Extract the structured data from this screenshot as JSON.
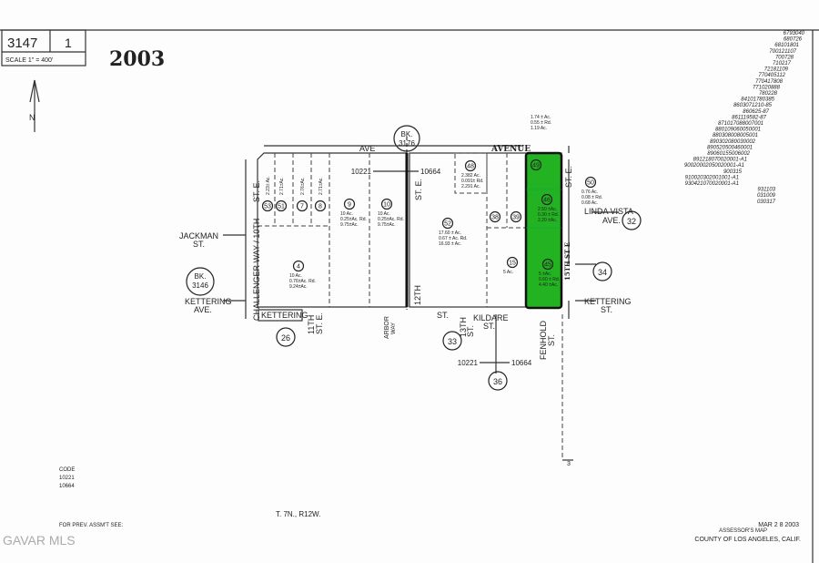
{
  "header": {
    "book": "3147",
    "page": "1",
    "scale": "SCALE 1\" = 400'",
    "year": "2003"
  },
  "north_label": "N",
  "book_refs": {
    "top": {
      "label": "BK.",
      "number": "3176"
    },
    "left": {
      "label": "BK.",
      "number": "3146"
    }
  },
  "codes": {
    "top": {
      "left": "10221",
      "right": "10664"
    },
    "bottom": {
      "left": "10221",
      "right": "10664"
    }
  },
  "streets": {
    "avenue_left": "AVE",
    "avenue_right": "AVENUE",
    "challenger": "CHALLENGER WAY / 10TH",
    "st_e_left": "ST. E.",
    "st_e_12": "ST. E.",
    "twelfth": "12TH",
    "jackman": [
      "JACKMAN",
      "ST."
    ],
    "kettering_ave": [
      "KETTERING",
      "AVE."
    ],
    "kettering_bottom": "KETTERING",
    "eleventh": [
      "11TH",
      "ST. E."
    ],
    "arbor": [
      "ARBOR",
      "WAY"
    ],
    "st_bottom": "ST.",
    "thirteenth": [
      "13TH",
      "ST."
    ],
    "kildare": [
      "KILDARE",
      "ST."
    ],
    "fenhold": [
      "FENHOLD",
      "ST."
    ],
    "fifteenth": "15TH ST E",
    "st_e_right": "ST. E.",
    "linda_vista": [
      "LINDA VISTA",
      "AVE."
    ],
    "kettering_st": [
      "KETTERING",
      "ST."
    ]
  },
  "map_pages": [
    "26",
    "33",
    "36",
    "32",
    "34"
  ],
  "parcels": [
    {
      "id": "53",
      "notes": [
        "2.23± Ac."
      ]
    },
    {
      "id": "51",
      "notes": [
        "2.71±Ac."
      ]
    },
    {
      "id": "7",
      "notes": [
        "2.76±Ac."
      ]
    },
    {
      "id": "8",
      "notes": [
        "2.71±Ac."
      ]
    },
    {
      "id": "9",
      "notes": [
        "10 Ac.",
        "0.25±Ac. Rd.",
        "9.75±Ac."
      ]
    },
    {
      "id": "10",
      "notes": [
        "10 Ac.",
        "0.25±Ac. Rd.",
        "9.75±Ac."
      ]
    },
    {
      "id": "4",
      "notes": [
        "10 Ac.",
        "0.76±Ac. Rd.",
        "9.24±Ac."
      ]
    },
    {
      "id": "48",
      "notes": [
        "2.382 Ac.",
        "0.091± Rd.",
        "2.291 Ac."
      ]
    },
    {
      "id": "52",
      "notes": [
        "17.60 ± Ac.",
        "0.67 ± Ac. Rd.",
        "16.93 ± Ac."
      ]
    },
    {
      "id": "38",
      "notes": []
    },
    {
      "id": "39",
      "notes": []
    },
    {
      "id": "15",
      "notes": [
        "5 Ac."
      ]
    },
    {
      "id": "49",
      "notes": []
    },
    {
      "id": "46",
      "notes": [
        "2.50 ±Ac.",
        "0.30 ± Rd.",
        "2.20 ±Ac."
      ]
    },
    {
      "id": "45",
      "notes": [
        "5 ±Ac.",
        "0.60 ± Rd.",
        "4.40 ±Ac."
      ]
    },
    {
      "id": "50",
      "notes": [
        "0.76 Ac.",
        "0.08 ± Rd.",
        "0.68 Ac."
      ]
    }
  ],
  "top_parcel_note": [
    "1.74 ± Ac.",
    "0.55 ± Rd.",
    "1.19 Ac."
  ],
  "highlight_color": "#22b222",
  "history": [
    "6793040",
    "680726",
    "68101801",
    "700121107",
    "700728",
    "710217",
    "72181109",
    "770405112",
    "770417808",
    "771020888",
    "780228",
    "84101780385",
    "8603071210-85",
    "860625-87",
    "861119582-87",
    "871017088007001",
    "880109060050001",
    "880308008005001",
    "890302080030002",
    "890520500460001",
    "89060155006002",
    "891218070020001-A1",
    "90020002050020001-A1",
    "900315",
    "910020302001001-A1",
    "930421070020001-A1",
    "931103",
    "031009",
    "030317"
  ],
  "footer": {
    "code_label": "CODE",
    "codes": [
      "10221",
      "10664"
    ],
    "township": "T. 7N., R12W.",
    "prev_assmt": "FOR PREV. ASSM'T SEE:",
    "watermark": "GAVAR MLS",
    "date": "MAR 2 8 2003",
    "map_title": "ASSESSOR'S MAP",
    "county": "COUNTY OF LOS ANGELES, CALIF.",
    "section_marker": "3"
  }
}
